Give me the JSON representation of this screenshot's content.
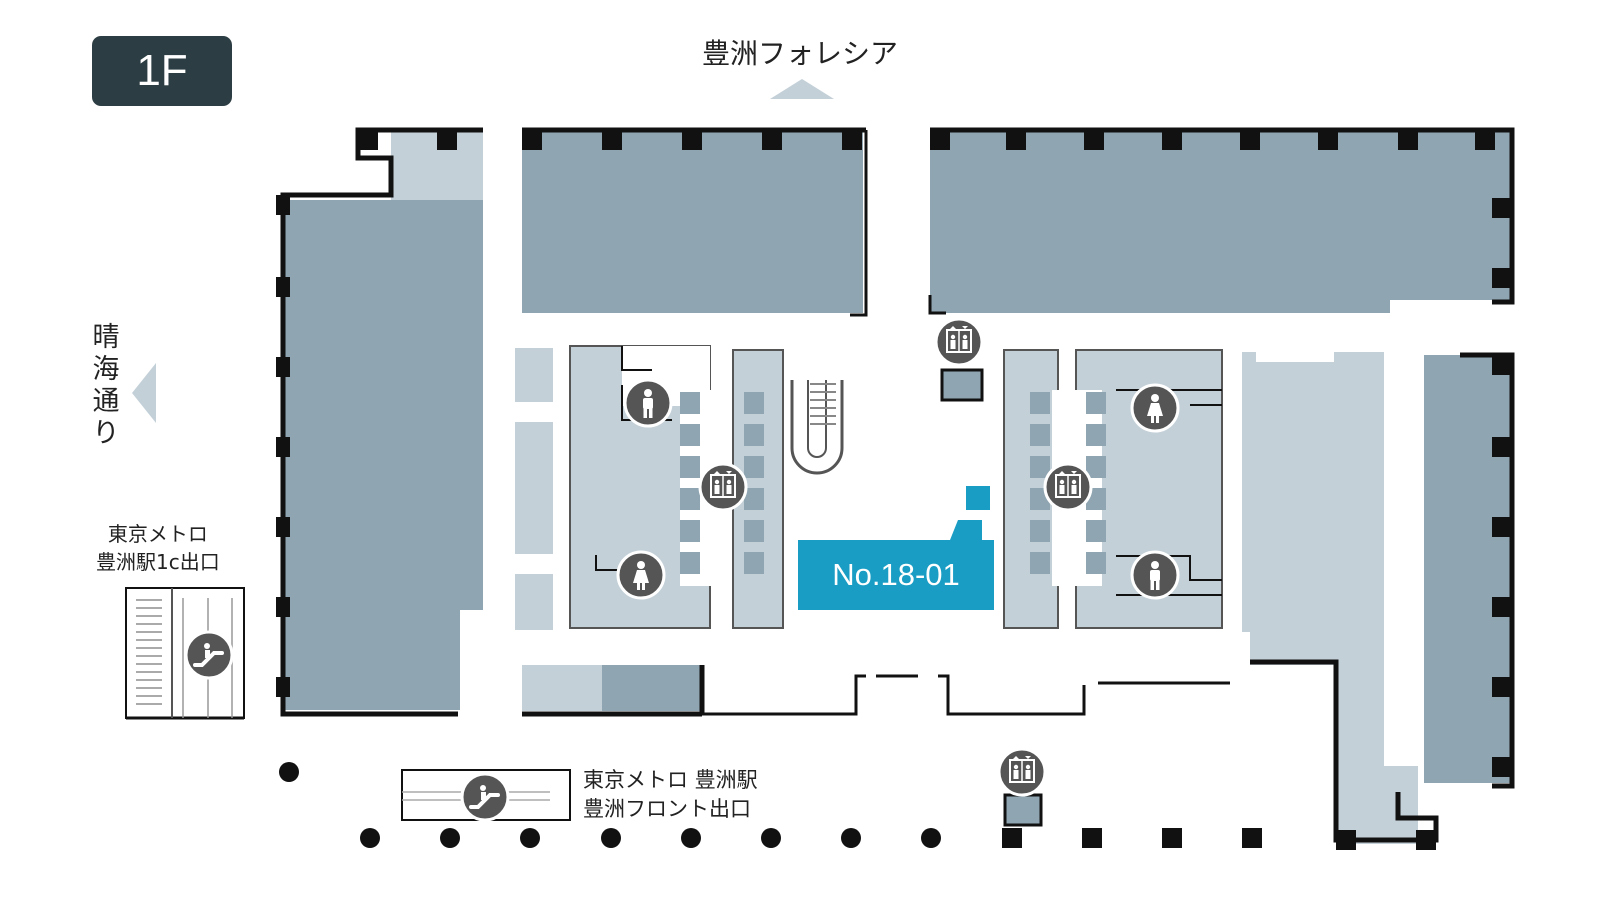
{
  "floor_label": "1F",
  "directions": {
    "top": "豊洲フォレシア",
    "left": "晴海通り",
    "metro_1c_line1": "東京メトロ",
    "metro_1c_line2": "豊洲駅1c出口",
    "metro_front_line1": "東京メトロ 豊洲駅",
    "metro_front_line2": "豊洲フロント出口"
  },
  "store": {
    "number": "No.18-01",
    "color": "#1a9dc4"
  },
  "colors": {
    "tenant_dark": "#8fa5b1",
    "tenant_light": "#c3d0d8",
    "wall": "#111111",
    "icon_bg": "#555555",
    "badge_bg": "#2c3e44"
  },
  "icons": [
    "elevator-icon",
    "restroom-male-icon",
    "restroom-female-icon",
    "escalator-icon",
    "stairs-icon"
  ]
}
